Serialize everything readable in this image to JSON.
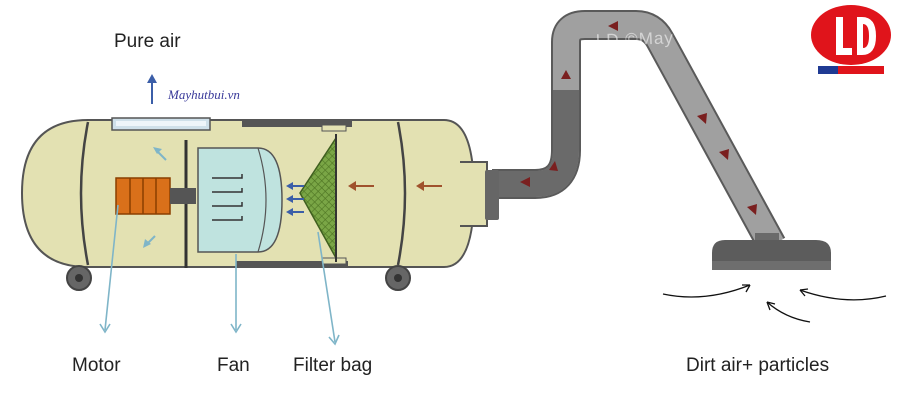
{
  "labels": {
    "pure_air": "Pure air",
    "website": "Mayhutbui.vn",
    "motor": "Motor",
    "fan": "Fan",
    "filter_bag": "Filter bag",
    "dirt_air": "Dirt air+ particles"
  },
  "logo": {
    "name": "LD logo",
    "colors": {
      "primary": "#e0141b",
      "secondary": "#1f3a93"
    }
  },
  "colors": {
    "body_fill": "#e3e1b2",
    "body_outline": "#555555",
    "hose": "#8c8c8c",
    "hose_dark": "#555555",
    "motor": "#d9701a",
    "fan": "#bfe3df",
    "filter": "#6f9d3a",
    "airflow_brown": "#a0522d",
    "airflow_blue": "#3b5ea8",
    "leader_line": "#7fb5c8"
  }
}
